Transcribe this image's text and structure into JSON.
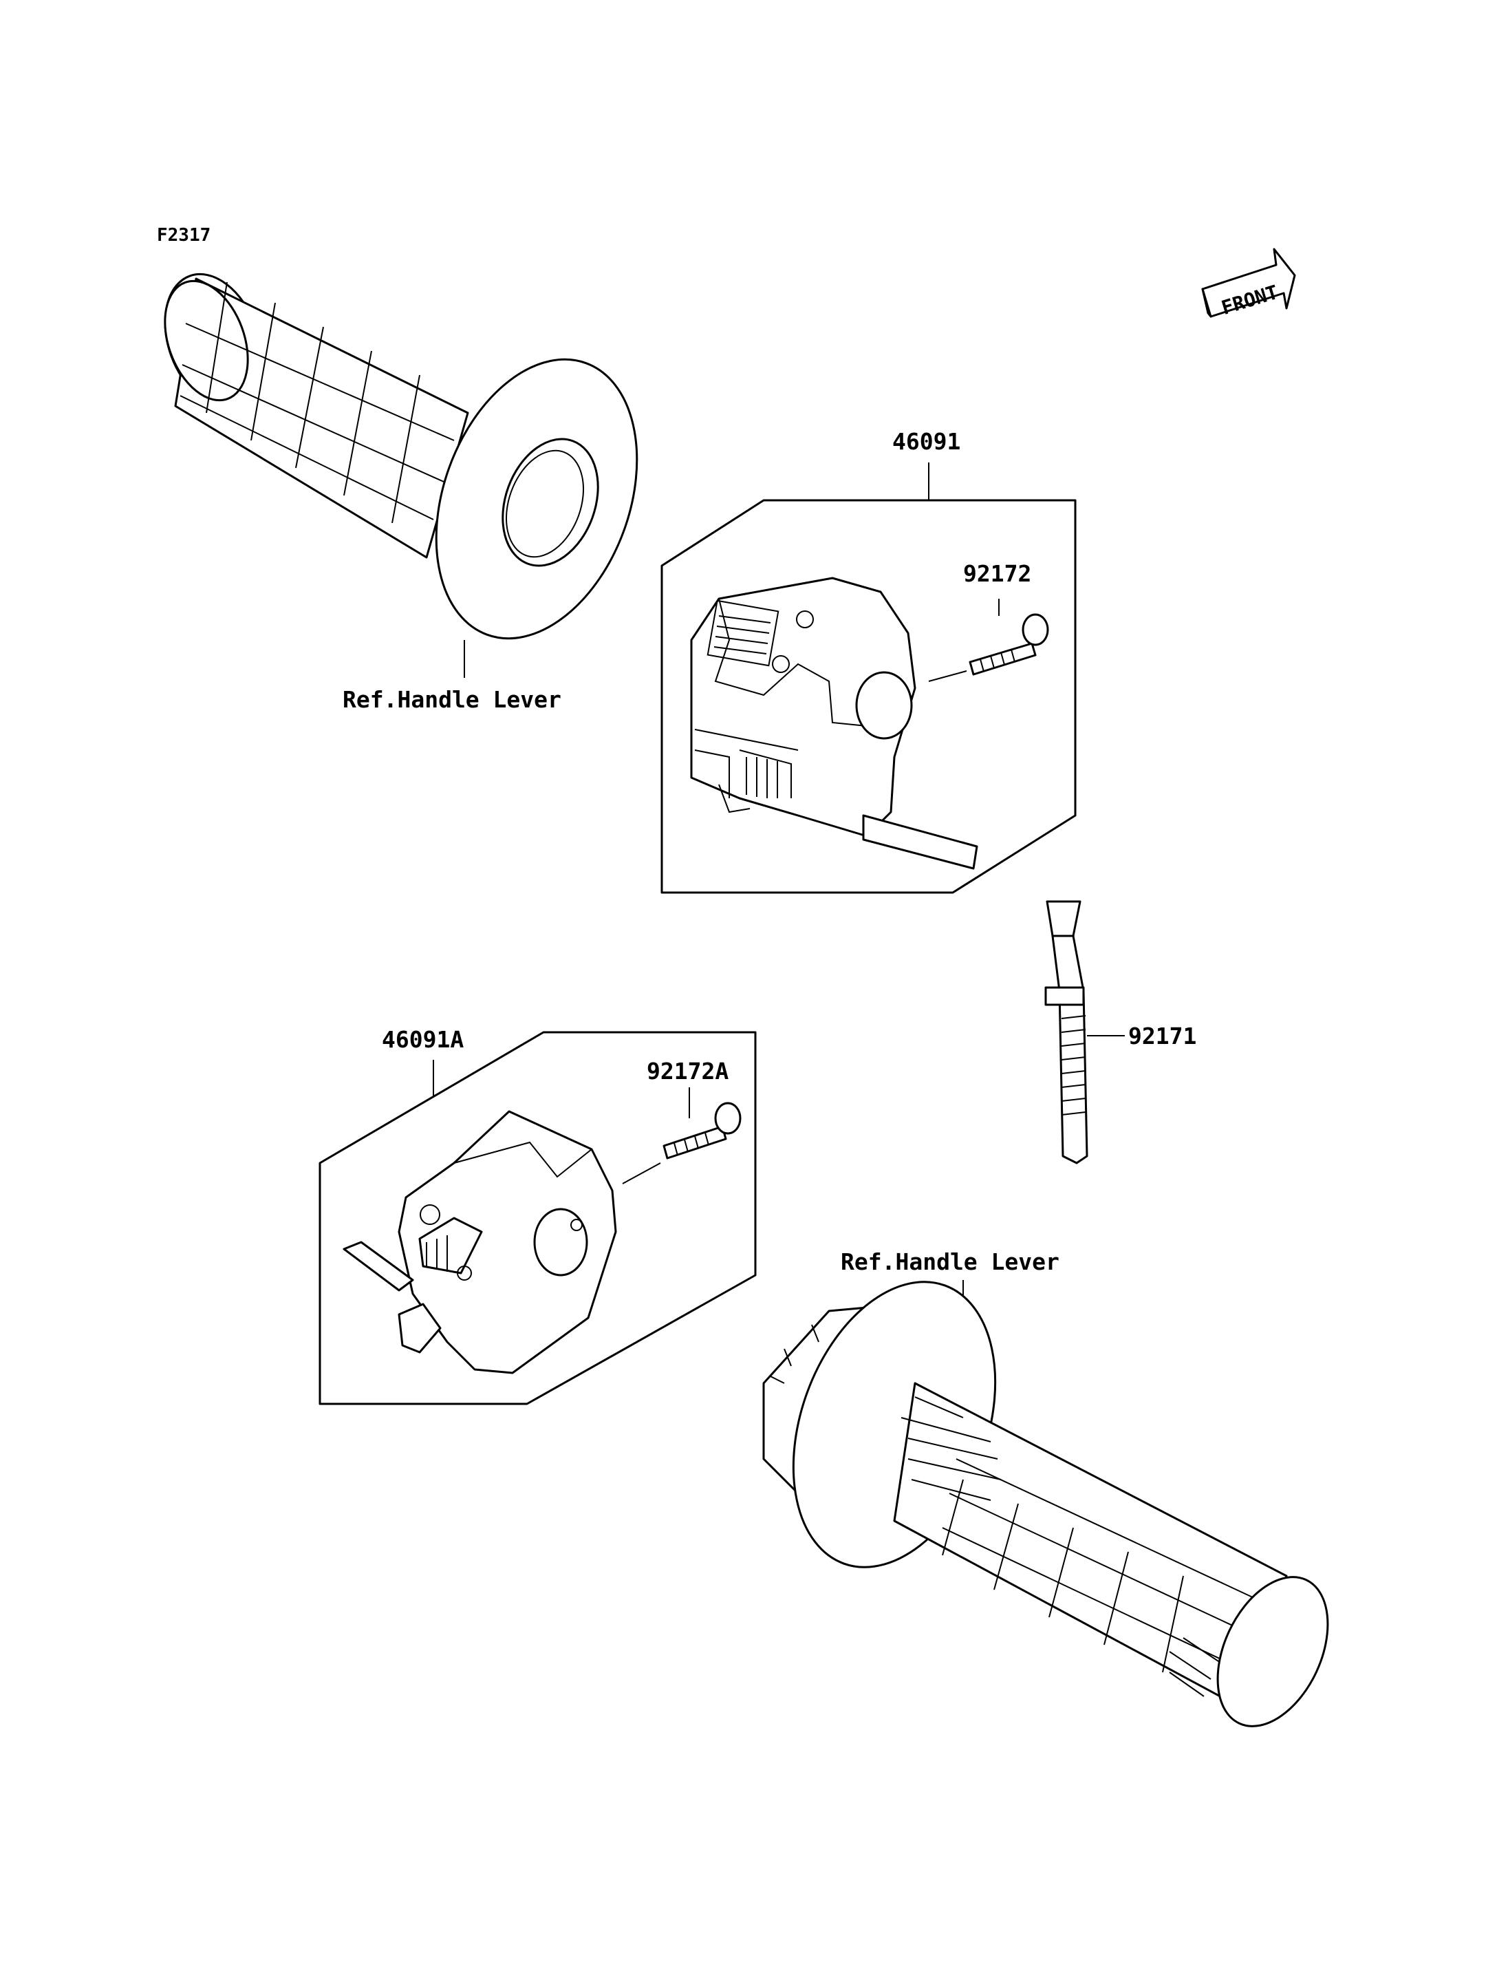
{
  "figure_code": "F2317",
  "front_label": "FRONT",
  "callouts": {
    "left_grip": "Ref.Handle Lever",
    "right_grip": "Ref.Handle Lever",
    "switch_right": "46091",
    "switch_right_screw": "92172",
    "switch_left": "46091A",
    "switch_left_screw": "92172A",
    "cable_band": "92171"
  },
  "icons": [
    "front-arrow-icon"
  ]
}
